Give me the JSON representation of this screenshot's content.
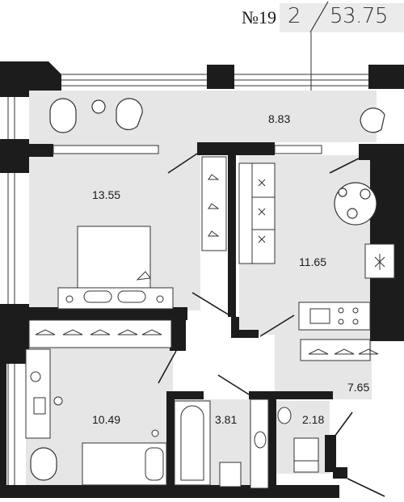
{
  "header": {
    "apartment_number": "№19",
    "rooms": "2",
    "total_area": "53.75"
  },
  "rooms": [
    {
      "id": "living",
      "area": "8.83"
    },
    {
      "id": "bedroom",
      "area": "13.55"
    },
    {
      "id": "kitchen",
      "area": "11.65"
    },
    {
      "id": "child-room",
      "area": "10.49"
    },
    {
      "id": "bathroom",
      "area": "3.81"
    },
    {
      "id": "wc",
      "area": "2.18"
    },
    {
      "id": "hall",
      "area": "7.65"
    }
  ],
  "colors": {
    "wall": "#1c1c1c",
    "floor": "#e6e6e6",
    "header_box": "#ebebeb"
  }
}
